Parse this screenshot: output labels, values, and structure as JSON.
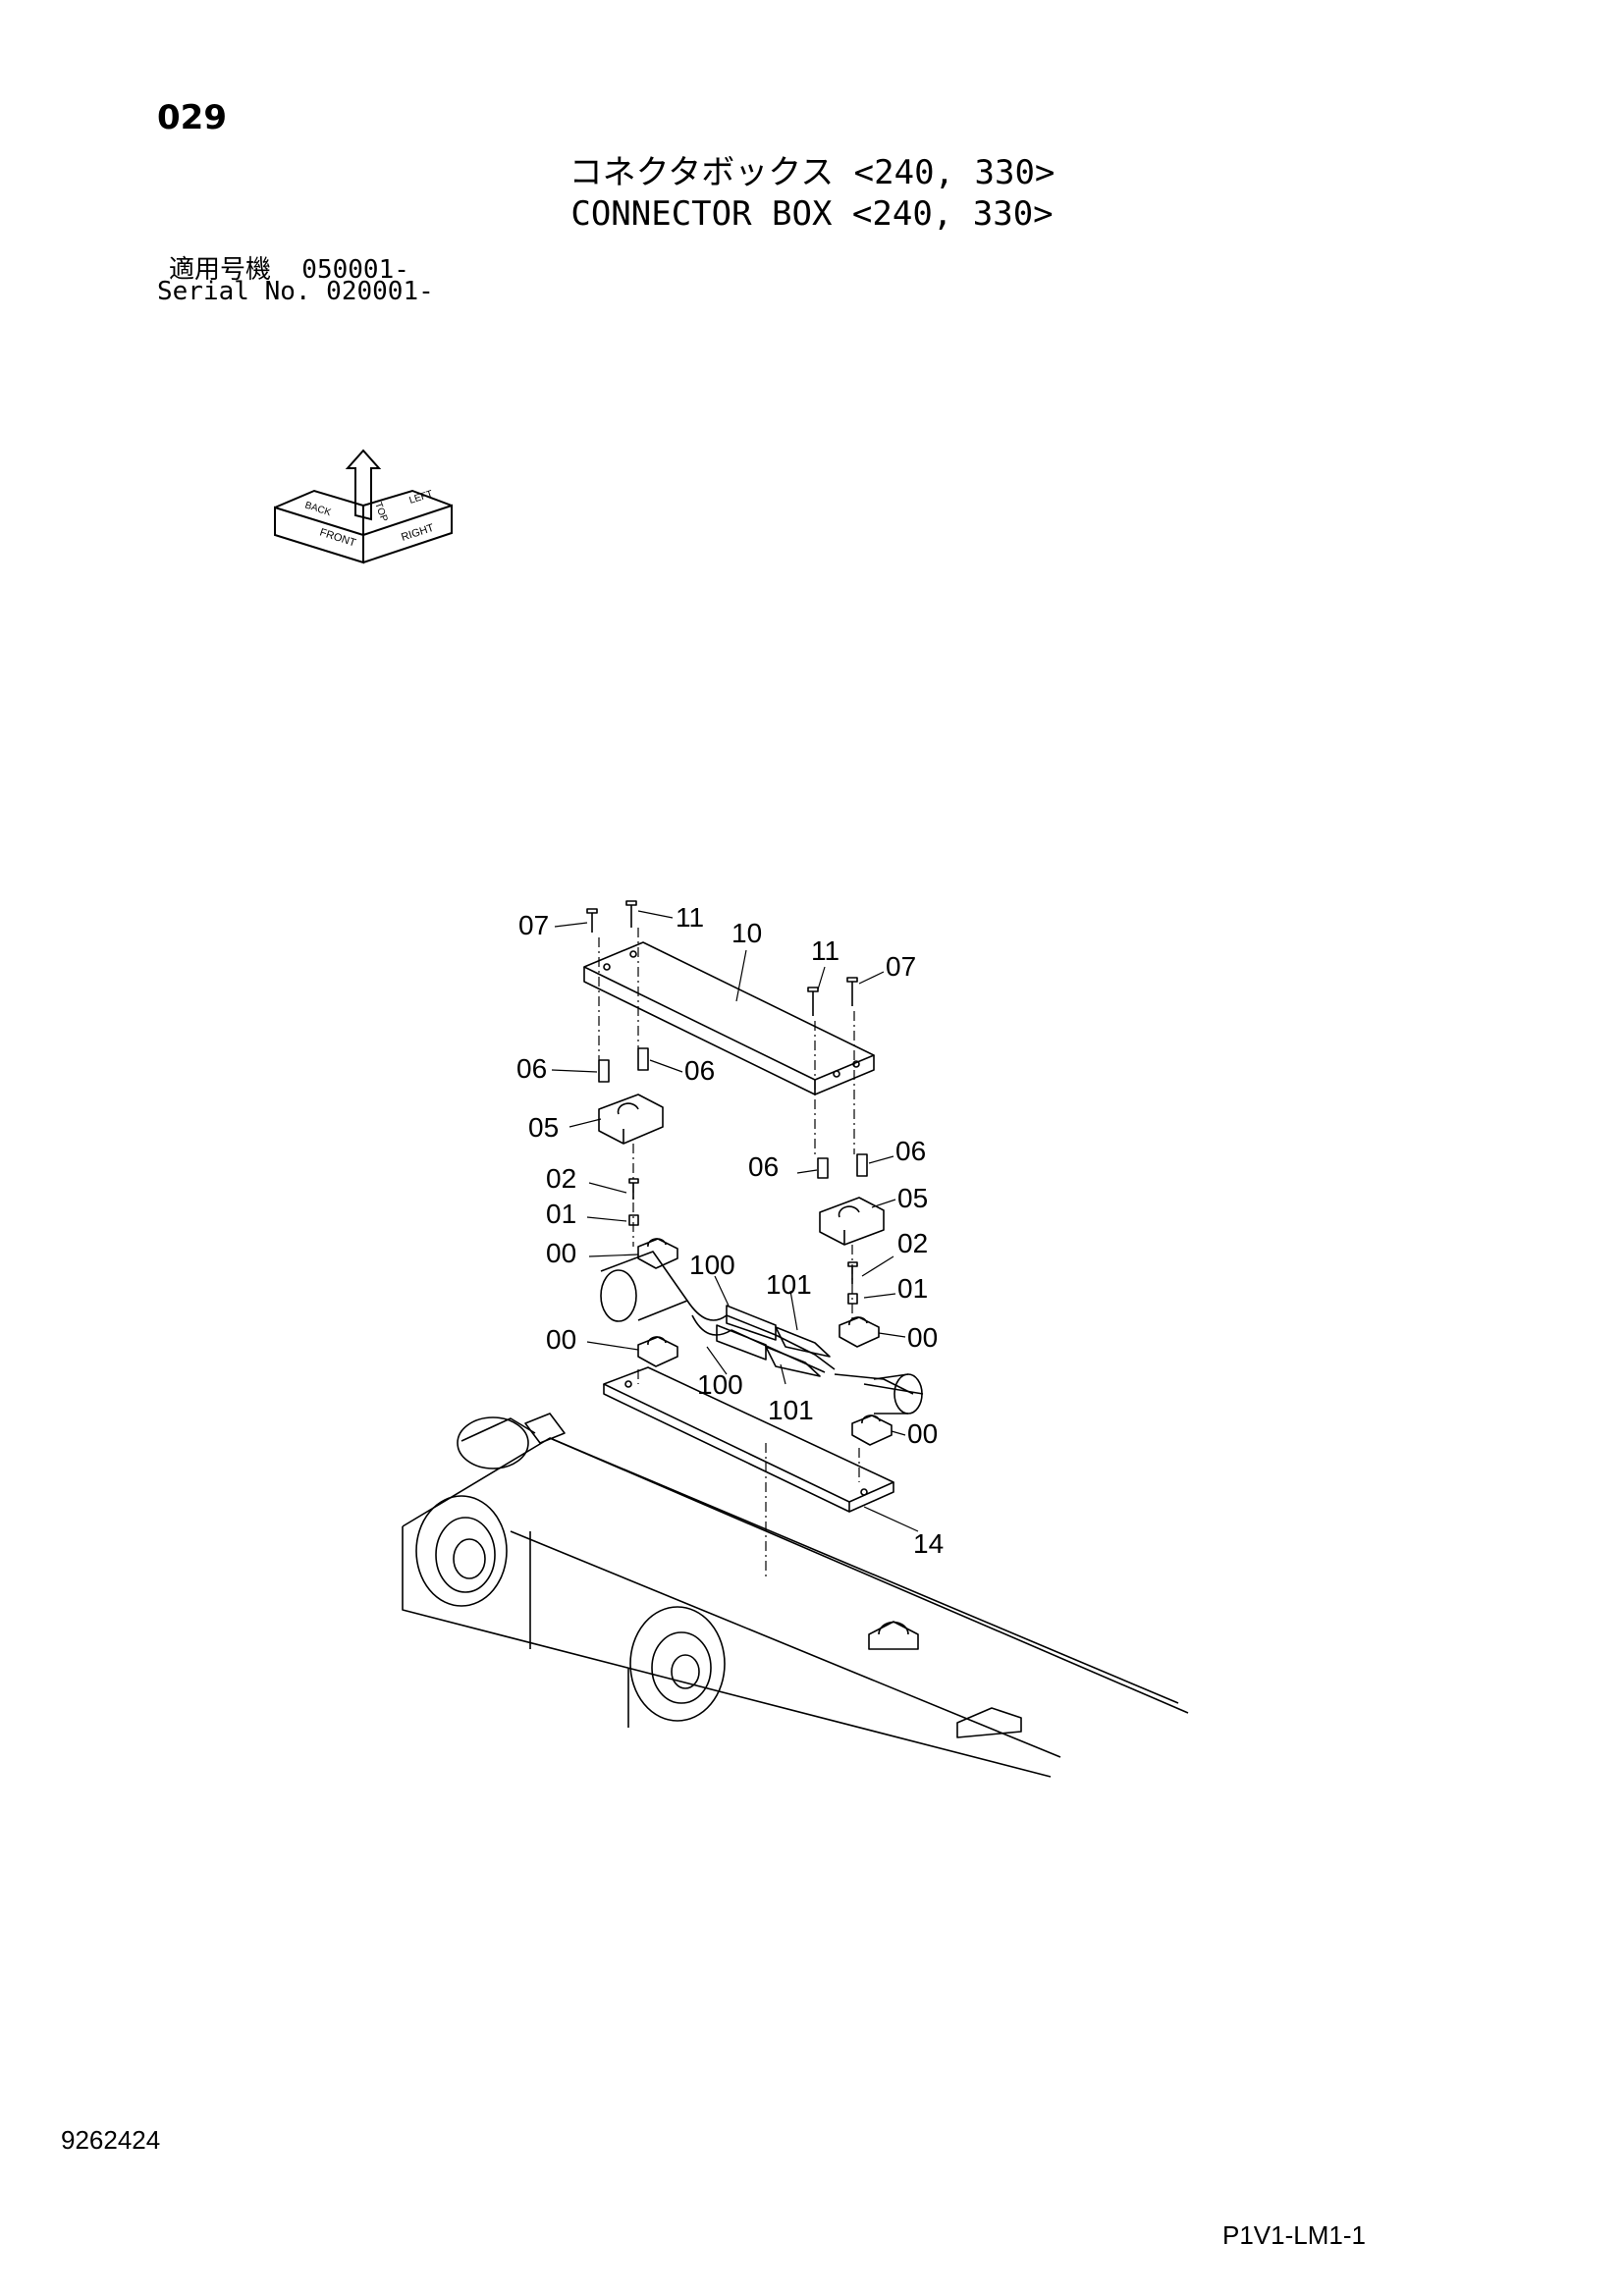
{
  "header": {
    "page_number": "029",
    "title_jp": "コネクタボックス <240, 330>",
    "title_en": "CONNECTOR BOX <240, 330>",
    "serial_jp": "適用号機  050001-",
    "serial_en": "Serial No. 020001-"
  },
  "orientation_indicator": {
    "labels": [
      "TOP",
      "FRONT",
      "RIGHT",
      "BACK",
      "LEFT"
    ]
  },
  "callouts": {
    "c07a": "07",
    "c11a": "11",
    "c10": "10",
    "c11b": "11",
    "c07b": "07",
    "c06a": "06",
    "c06b": "06",
    "c05a": "05",
    "c06c": "06",
    "c06d": "06",
    "c05b": "05",
    "c02a": "02",
    "c01a": "01",
    "c00a": "00",
    "c100a": "100",
    "c101a": "101",
    "c02b": "02",
    "c01b": "01",
    "c00b": "00",
    "c100b": "100",
    "c101b": "101",
    "c00c": "00",
    "c00d": "00",
    "c14": "14"
  },
  "footer": {
    "doc_number": "9262424",
    "code": "P1V1-LM1-1"
  }
}
